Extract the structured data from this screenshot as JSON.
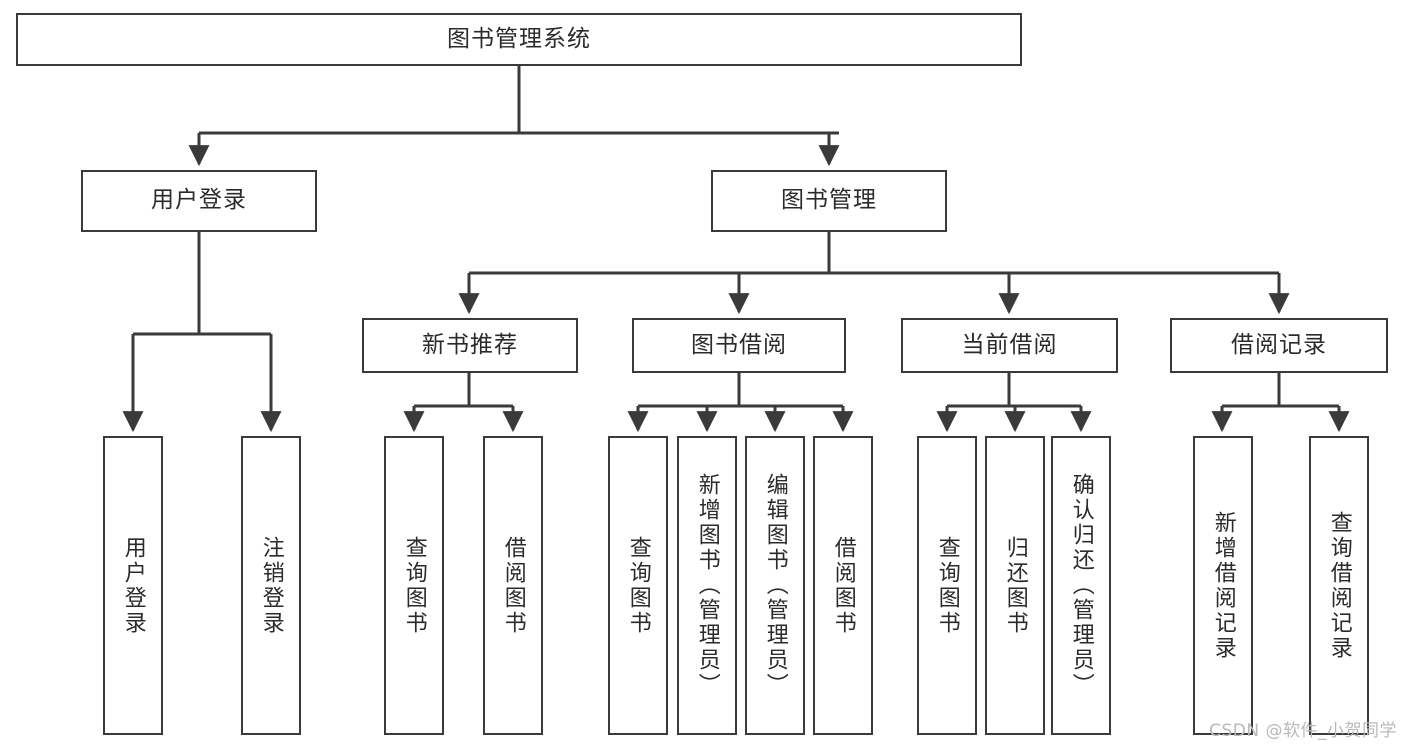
{
  "diagram": {
    "title": "图书管理系统",
    "type": "tree-hierarchy-chart",
    "colors": {
      "box_border": "#3a3a3a",
      "line": "#3a3a3a",
      "background": "#ffffff",
      "text": "#2b2b2b",
      "watermark": "#b9b9b9"
    }
  },
  "root": {
    "label": "图书管理系统"
  },
  "level2": [
    {
      "label": "用户登录"
    },
    {
      "label": "图书管理"
    }
  ],
  "level3": [
    {
      "label": "新书推荐"
    },
    {
      "label": "图书借阅"
    },
    {
      "label": "当前借阅"
    },
    {
      "label": "借阅记录"
    }
  ],
  "leaves": {
    "user_login": [
      {
        "label": "用户登录"
      },
      {
        "label": "注销登录"
      }
    ],
    "new_book_recommend": [
      {
        "label": "查询图书"
      },
      {
        "label": "借阅图书"
      }
    ],
    "book_borrow": [
      {
        "label": "查询图书"
      },
      {
        "label": "新增图书（管理员）"
      },
      {
        "label": "编辑图书（管理员）"
      },
      {
        "label": "借阅图书"
      }
    ],
    "current_borrow": [
      {
        "label": "查询图书"
      },
      {
        "label": "归还图书"
      },
      {
        "label": "确认归还（管理员）"
      }
    ],
    "borrow_record": [
      {
        "label": "新增借阅记录"
      },
      {
        "label": "查询借阅记录"
      }
    ]
  },
  "watermark": {
    "text": "CSDN @软件_小贺同学"
  }
}
